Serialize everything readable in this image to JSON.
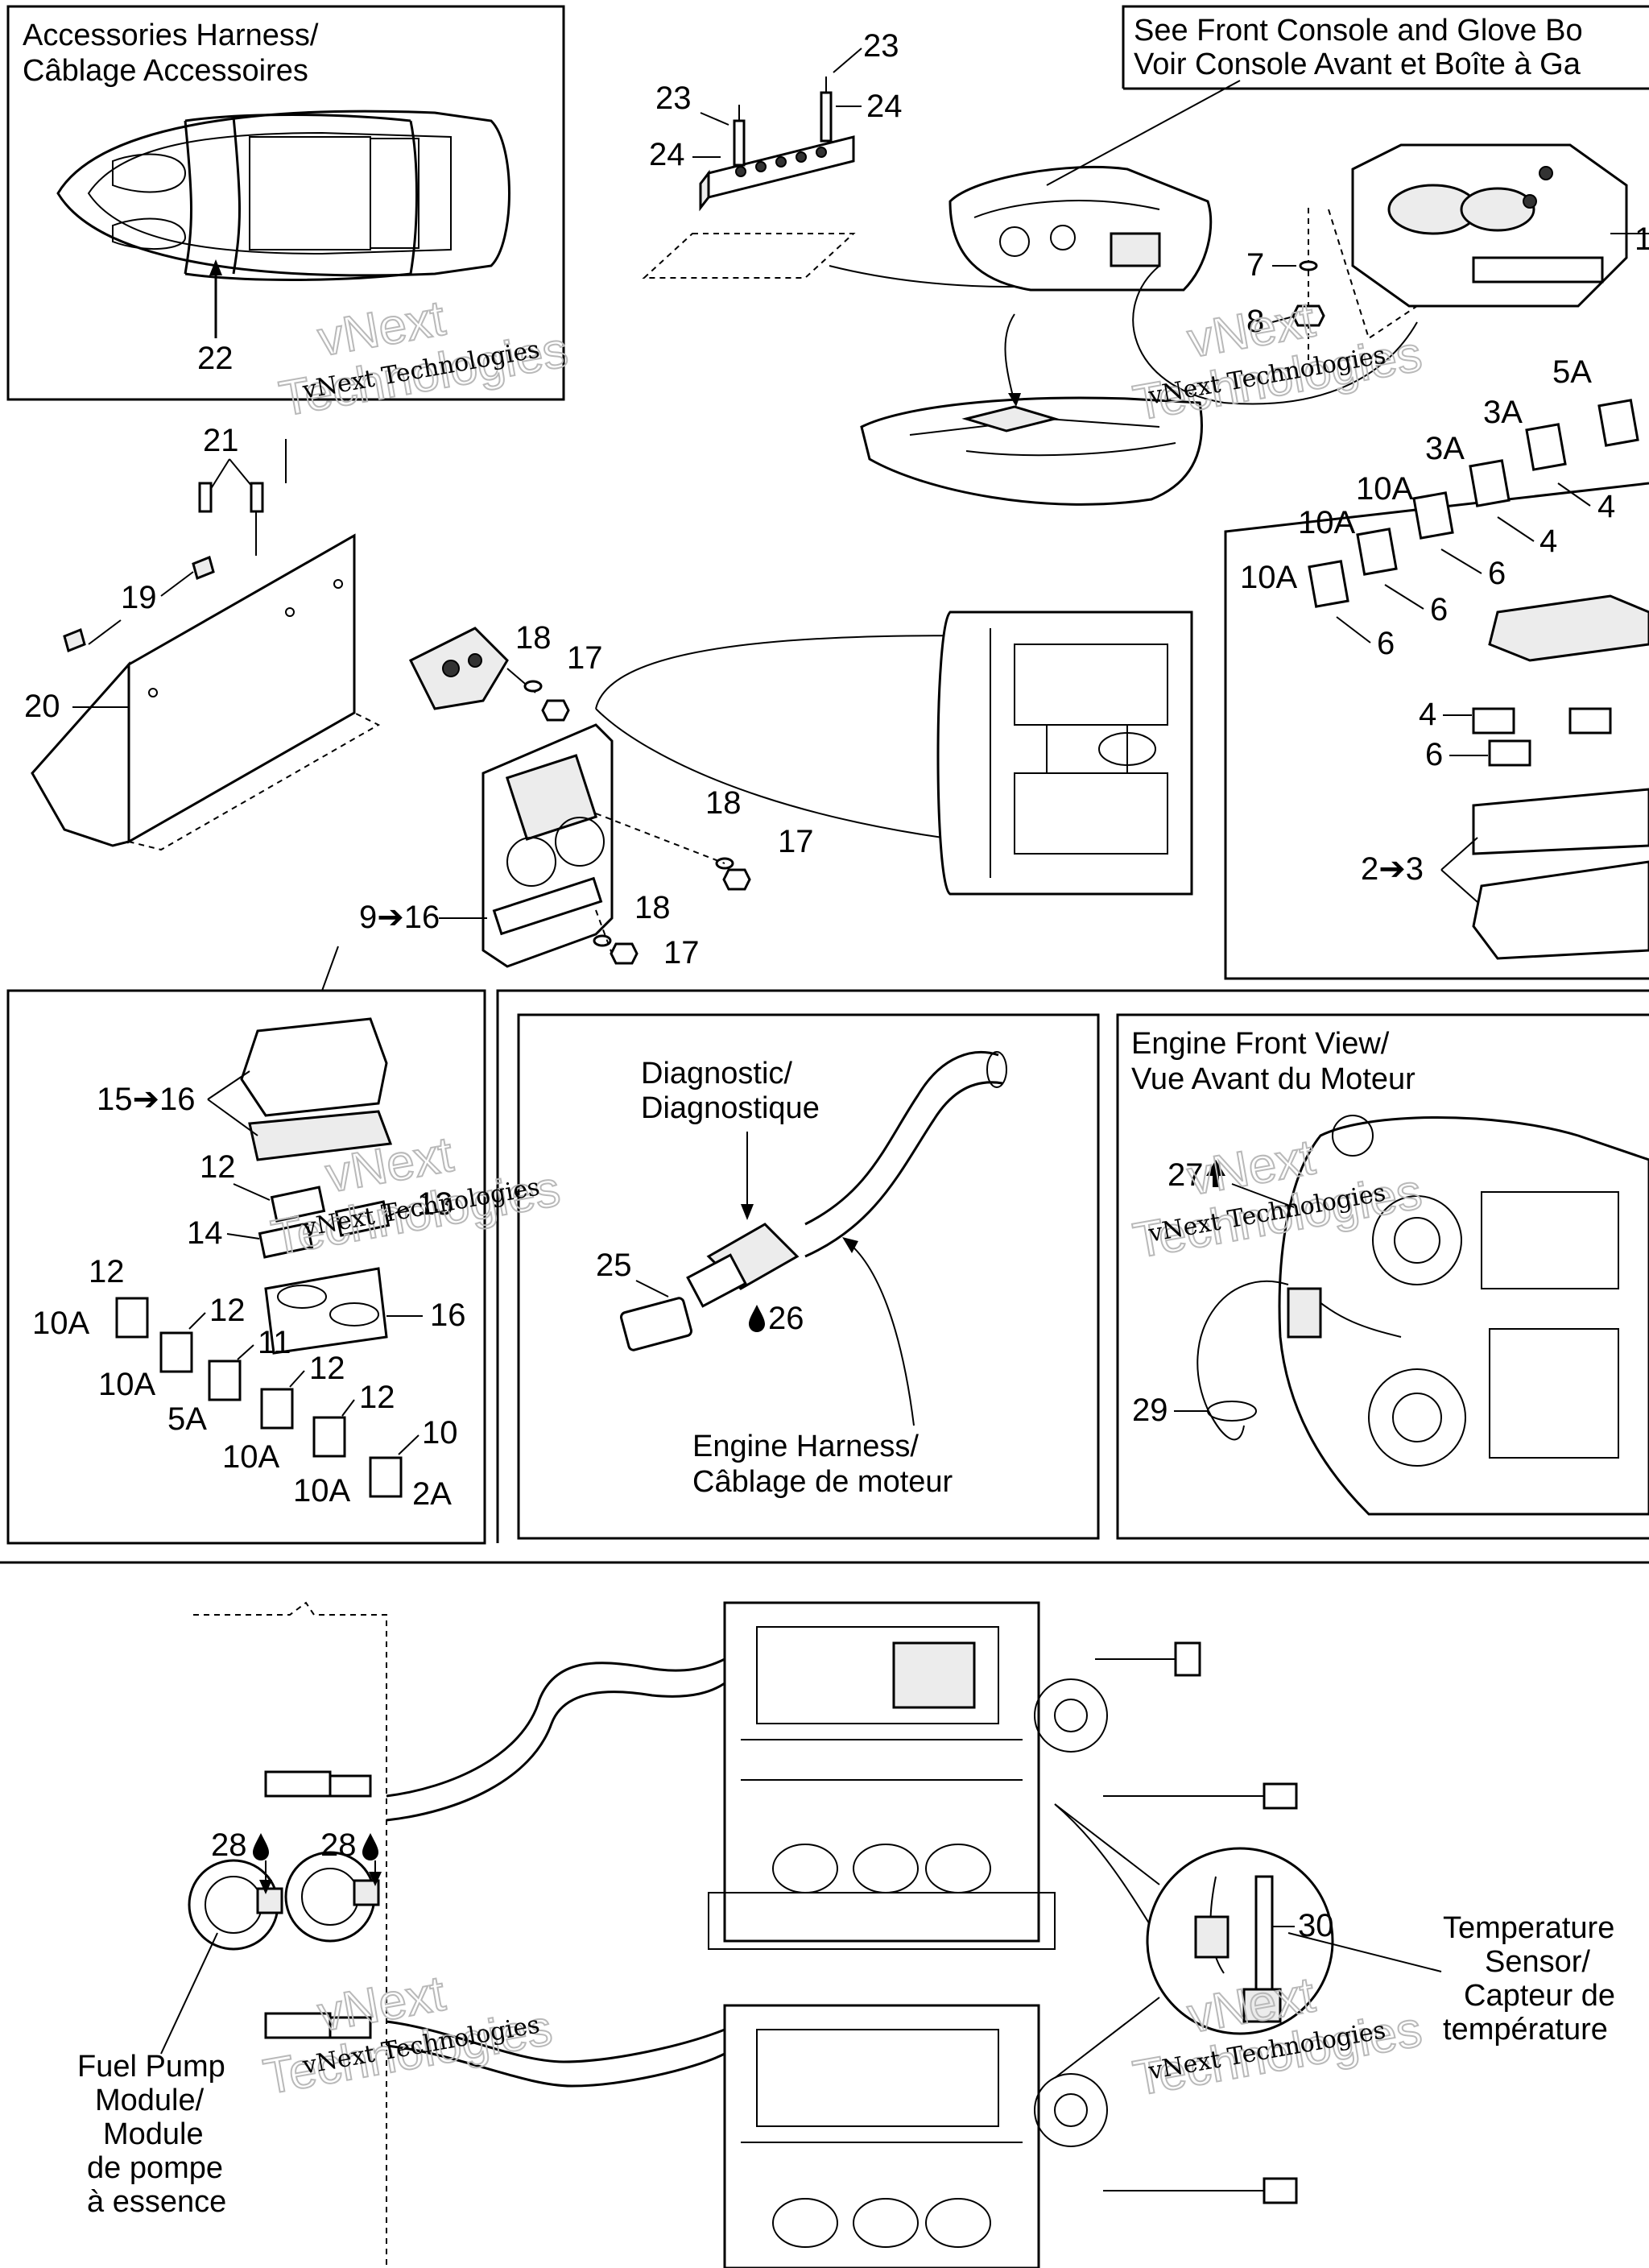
{
  "sections": {
    "accessories_harness": {
      "title_en": "Accessories Harness/",
      "title_fr": "Câblage Accessoires",
      "callout": "22"
    },
    "front_console": {
      "title_en": "See Front Console and Glove Bo",
      "title_fr": "Voir Console Avant et Boîte à Ga"
    },
    "diagnostic": {
      "title_en": "Diagnostic/",
      "title_fr": "Diagnostique",
      "harness_en": "Engine Harness/",
      "harness_fr": "Câblage de moteur",
      "parts": [
        "25",
        "26"
      ]
    },
    "engine_front_view": {
      "title_en": "Engine Front View/",
      "title_fr": "Vue Avant du Moteur",
      "parts": [
        "27",
        "29"
      ]
    },
    "temperature_sensor": {
      "line1": "Temperature",
      "line2": "Sensor/",
      "line3": "Capteur de",
      "line4": "température",
      "callout": "30"
    },
    "fuel_pump_module": {
      "line1": "Fuel Pump",
      "line2": "Module/",
      "line3": "Module",
      "line4": "de pompe",
      "line5": "à essence",
      "callout_a": "28",
      "callout_b": "28"
    }
  },
  "callouts": {
    "c23a": "23",
    "c23b": "23",
    "c24a": "24",
    "c24b": "24",
    "c7": "7",
    "c8": "8",
    "c1": "1",
    "c5A": "5A",
    "c3A_1": "3A",
    "c3A_2": "3A",
    "c10A_1": "10A",
    "c10A_2": "10A",
    "c10A_3": "10A",
    "c4_1": "4",
    "c4_2": "4",
    "c6_1": "6",
    "c6_2": "6",
    "c6_3": "6",
    "c4_3": "4",
    "c6_4": "6",
    "c2to3": "2➔3",
    "c21": "21",
    "c19": "19",
    "c20": "20",
    "c18a": "18",
    "c17a": "17",
    "c18b": "18",
    "c17b": "17",
    "c18c": "18",
    "c17c": "17",
    "c9to16": "9➔16",
    "c15to16": "15➔16",
    "c12a": "12",
    "c13": "13",
    "c14": "14",
    "c16": "16",
    "c12b": "12",
    "c10Aa": "10A",
    "c12c": "12",
    "c11": "11",
    "c10Ab": "10A",
    "c12d": "12",
    "c5Ab": "5A",
    "c12e": "12",
    "c10Ac": "10A",
    "c10": "10",
    "c10Ad": "10A",
    "c2A": "2A"
  },
  "watermark": {
    "line1": "vNext Technologies",
    "big1": "vNext",
    "big2": "Technologies"
  },
  "icons": {
    "drop": "drop-icon",
    "arrow": "up-arrow-icon"
  }
}
